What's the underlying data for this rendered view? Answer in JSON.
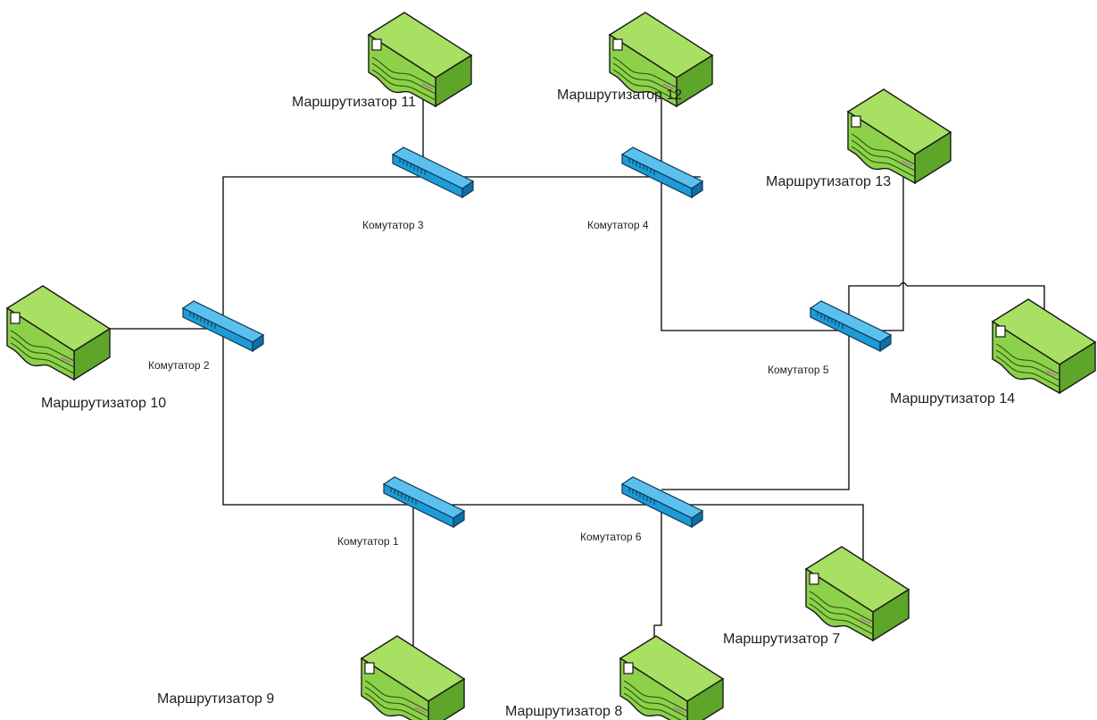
{
  "switches": [
    {
      "id": "s1",
      "label": "Комутатор 1"
    },
    {
      "id": "s2",
      "label": "Комутатор 2"
    },
    {
      "id": "s3",
      "label": "Комутатор 3"
    },
    {
      "id": "s4",
      "label": "Комутатор 4"
    },
    {
      "id": "s5",
      "label": "Комутатор 5"
    },
    {
      "id": "s6",
      "label": "Комутатор 6"
    }
  ],
  "routers": [
    {
      "id": "r7",
      "label": "Маршрутизатор 7"
    },
    {
      "id": "r8",
      "label": "Маршрутизатор 8"
    },
    {
      "id": "r9",
      "label": "Маршрутизатор 9"
    },
    {
      "id": "r10",
      "label": "Маршрутизатор 10"
    },
    {
      "id": "r11",
      "label": "Маршрутизатор 11"
    },
    {
      "id": "r12",
      "label": "Маршрутизатор 12"
    },
    {
      "id": "r13",
      "label": "Маршрутизатор 13"
    },
    {
      "id": "r14",
      "label": "Маршрутизатор 14"
    }
  ],
  "connections": [
    [
      "s2",
      "s3"
    ],
    [
      "s3",
      "s4"
    ],
    [
      "s4",
      "s5"
    ],
    [
      "s2",
      "s1"
    ],
    [
      "s1",
      "s6"
    ],
    [
      "s6",
      "s5"
    ],
    [
      "s2",
      "r10"
    ],
    [
      "s3",
      "r11"
    ],
    [
      "s4",
      "r12"
    ],
    [
      "s5",
      "r13"
    ],
    [
      "s5",
      "r14"
    ],
    [
      "s1",
      "r9"
    ],
    [
      "s6",
      "r8"
    ],
    [
      "s6",
      "r7"
    ]
  ],
  "colors": {
    "router_body": "#8dd14a",
    "router_dark": "#5a9a22",
    "switch_body": "#1e9ad6",
    "switch_dark": "#0f5f8c",
    "link": "#000000"
  }
}
